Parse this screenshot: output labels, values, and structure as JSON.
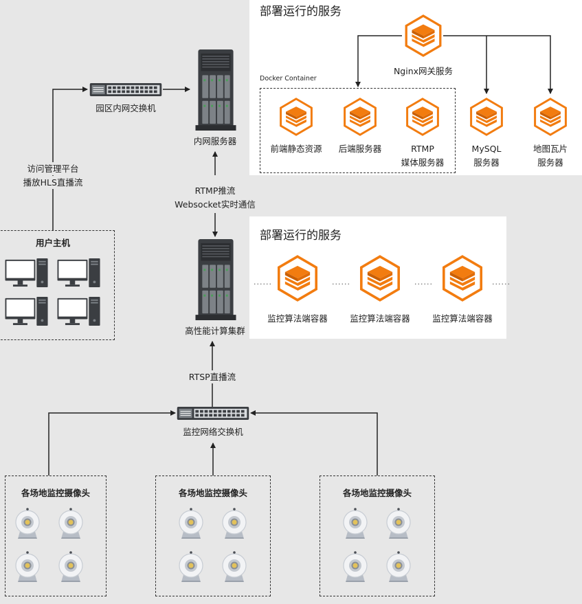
{
  "colors": {
    "background": "#e7e7e7",
    "panel": "#ffffff",
    "accent_orange": "#f27c10",
    "server_dark": "#3b3e42",
    "line": "#222222"
  },
  "top_panel": {
    "title": "部署运行的服务",
    "docker_container_label": "Docker Container",
    "gateway": {
      "label": "Nginx网关服务",
      "icon": "stack-icon"
    },
    "services": [
      {
        "line1": "前端静态资源",
        "line2": ""
      },
      {
        "line1": "后端服务器",
        "line2": ""
      },
      {
        "line1": "RTMP",
        "line2": "媒体服务器"
      },
      {
        "line1": "MySQL",
        "line2": "服务器"
      },
      {
        "line1": "地图瓦片",
        "line2": "服务器"
      }
    ]
  },
  "mid_panel": {
    "title": "部署运行的服务",
    "containers": [
      {
        "label": "监控算法端容器"
      },
      {
        "label": "监控算法端容器"
      },
      {
        "label": "监控算法端容器"
      }
    ],
    "ellipsis": "......"
  },
  "nodes": {
    "campus_switch": "园区内网交换机",
    "intranet_server": "内网服务器",
    "hpc_cluster": "高性能计算集群",
    "monitor_switch": "监控网络交换机",
    "user_host_title": "用户主机"
  },
  "edges": {
    "user_to_switch_line1": "访问管理平台",
    "user_to_switch_line2": "播放HLS直播流",
    "cluster_server_line1": "RTMP推流",
    "cluster_server_line2": "Websocket实时通信",
    "switch_to_cluster": "RTSP直播流"
  },
  "camera_groups": [
    {
      "title": "各场地监控摄像头"
    },
    {
      "title": "各场地监控摄像头"
    },
    {
      "title": "各场地监控摄像头"
    }
  ]
}
